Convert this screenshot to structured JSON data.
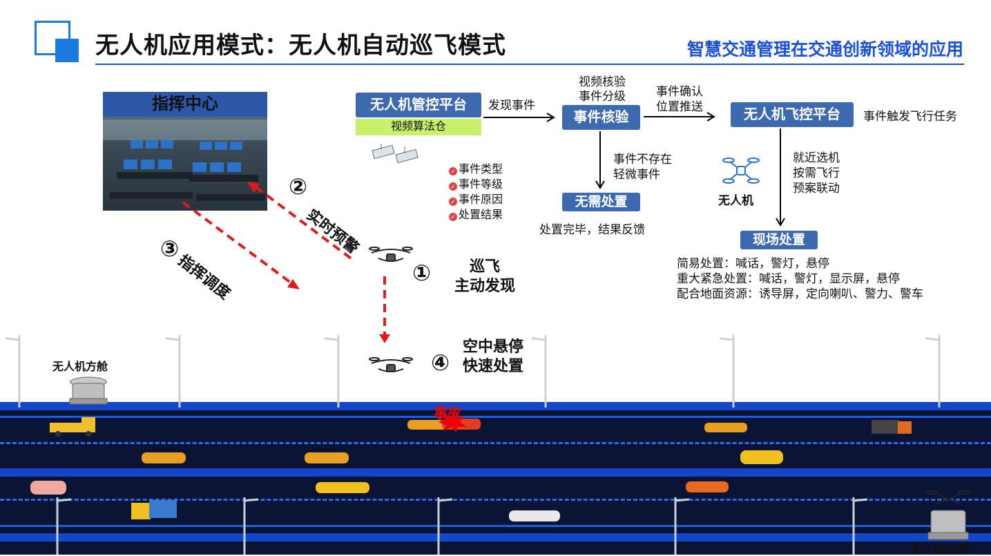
{
  "header": {
    "title": "无人机应用模式：无人机自动巡飞模式",
    "subtitle": "智慧交通管理在交通创新领域的应用"
  },
  "command_center": {
    "label": "指挥中心"
  },
  "platform": {
    "box": "无人机管控平台",
    "sub": "视频算法仓",
    "arrow_label": "发现事件",
    "items": [
      "事件类型",
      "事件等级",
      "事件原因",
      "处置结果"
    ]
  },
  "verify": {
    "top_label_1": "视频核验",
    "top_label_2": "事件分级",
    "box": "事件核验",
    "arrow_label_1": "事件确认",
    "arrow_label_2": "位置推送",
    "down_label_1": "事件不存在",
    "down_label_2": "轻微事件"
  },
  "no_action": {
    "box": "无需处置",
    "note": "处置完毕，结果反馈"
  },
  "flight": {
    "box": "无人机飞控平台",
    "side_label": "事件触发飞行任务",
    "drone_label": "无人机",
    "down_1": "就近选机",
    "down_2": "按需飞行",
    "down_3": "预案联动"
  },
  "onsite": {
    "box": "现场处置",
    "lines": [
      "简易处置：喊话，警灯，悬停",
      "重大紧急处置：喊话，警灯，显示屏，悬停",
      "配合地面资源：诱导屏，定向喇叭、警力、警车"
    ]
  },
  "steps": {
    "s1_num": "①",
    "s1_line1": "巡飞",
    "s1_line2": "主动发现",
    "s2_num": "②",
    "s2_label": "实时预警",
    "s3_num": "③",
    "s3_label": "指挥调度",
    "s4_num": "④",
    "s4_line1": "空中悬停",
    "s4_line2": "快速处置"
  },
  "road": {
    "hangar_left": "无人机方舱",
    "hangar_right": "无人机方舱",
    "accident": "事故"
  },
  "colors": {
    "box_blue": "#3d6aaf",
    "accent_blue": "#1a50d8",
    "road_dark": "#0b1434",
    "road_band": "#1447c8",
    "dash_red": "#e21a1a",
    "algo_green": "#c9f06a"
  }
}
